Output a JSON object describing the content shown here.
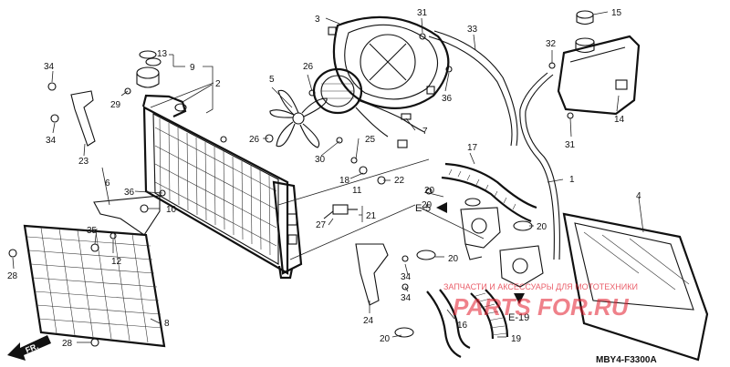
{
  "diagram": {
    "code": "MBY4-F3300A",
    "direction_label": "FR.",
    "references": [
      "E-5",
      "E-19"
    ],
    "watermark": {
      "brand": "PARTS FOR.RU",
      "subtitle": "ЗАПЧАСТИ И АКСЕССУАРЫ ДЛЯ МОТОТЕХНИКИ"
    },
    "part_labels": [
      "1",
      "2",
      "3",
      "4",
      "5",
      "6",
      "7",
      "8",
      "9",
      "10",
      "11",
      "12",
      "13",
      "14",
      "15",
      "16",
      "17",
      "18",
      "19",
      "20",
      "20",
      "20",
      "20",
      "20",
      "21",
      "22",
      "23",
      "24",
      "25",
      "26",
      "26",
      "27",
      "28",
      "28",
      "29",
      "30",
      "31",
      "31",
      "32",
      "33",
      "34",
      "34",
      "34",
      "34",
      "35",
      "36",
      "36"
    ]
  }
}
